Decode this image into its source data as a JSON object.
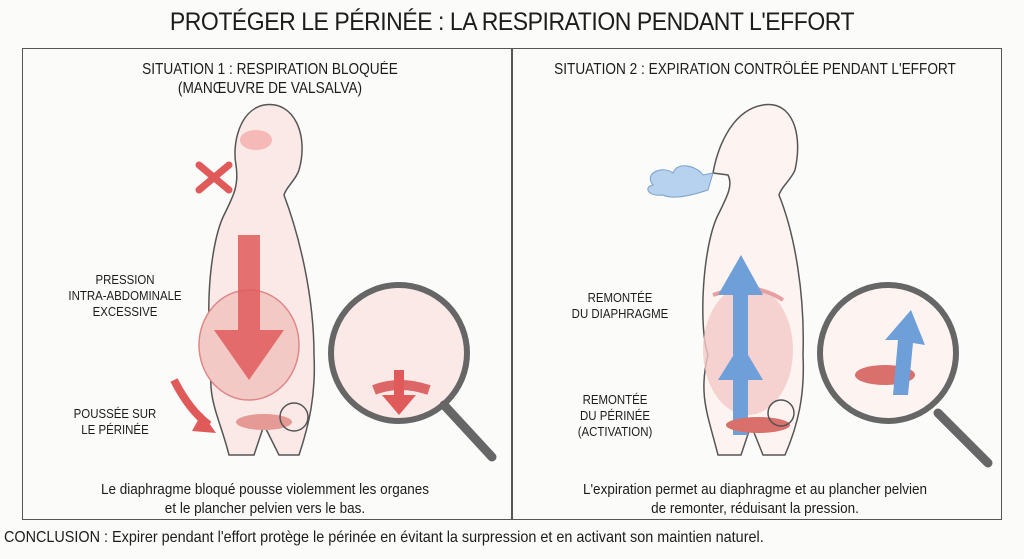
{
  "title": "PROTÉGER LE PÉRINÉE : LA RESPIRATION PENDANT L'EFFORT",
  "panel1": {
    "heading_line1": "SITUATION 1 : RESPIRATION BLOQUÉE",
    "heading_line2": "(MANŒUVRE DE VALSALVA)",
    "label_pressure_1": "PRESSION",
    "label_pressure_2": "INTRA-ABDOMINALE",
    "label_pressure_3": "EXCESSIVE",
    "label_push_1": "POUSSÉE SUR",
    "label_push_2": "LE PÉRINÉE",
    "caption_1": "Le diaphragme bloqué pousse violemment les organes",
    "caption_2": "et le plancher pelvien vers le bas."
  },
  "panel2": {
    "heading": "SITUATION 2 : EXPIRATION CONTRÔLÉE PENDANT L'EFFORT",
    "label_diaphragm_1": "REMONTÉE",
    "label_diaphragm_2": "DU DIAPHRAGME",
    "label_perineum_1": "REMONTÉE",
    "label_perineum_2": "DU PÉRINÉE",
    "label_perineum_3": "(ACTIVATION)",
    "caption_1": "L'expiration permet au diaphragme et au plancher pelvien",
    "caption_2": "de remonter, réduisant la pression."
  },
  "conclusion": "CONCLUSION : Expirer pendant l'effort protège le périnée en évitant la surpression et en activant son maintien naturel.",
  "colors": {
    "red": "#e05a5a",
    "blue": "#6f9fd8",
    "pink": "#f3c9c6"
  }
}
